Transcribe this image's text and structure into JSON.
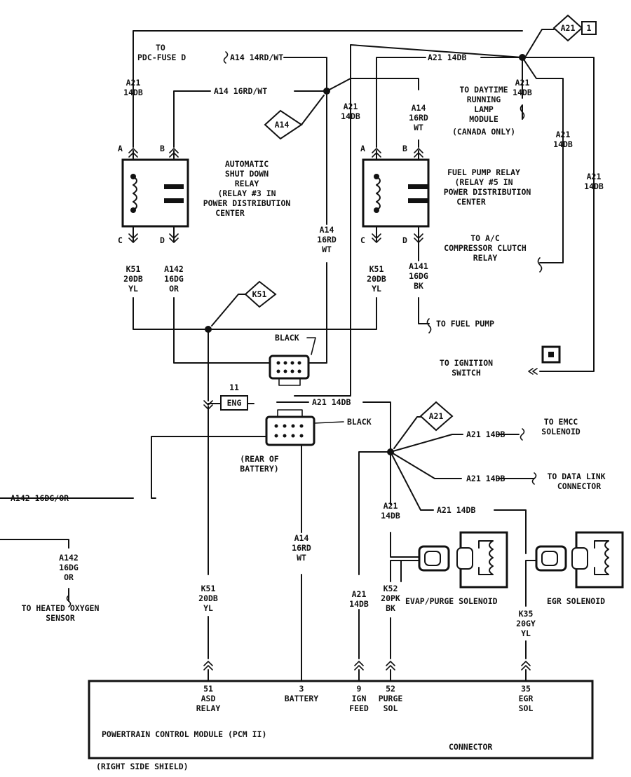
{
  "wire_labels": {
    "a21_14db": "A21 14DB",
    "a21": "A21",
    "g14db": "14DB",
    "a14": "A14",
    "a14_14rdwt": "A14 14RD/WT",
    "a14_16rdwt": "A14 16RD/WT",
    "rd16": "16RD",
    "rd16b": "16RD",
    "rd14": "16RD",
    "wt": "WT",
    "k51": "K51",
    "db20": "20DB",
    "yl": "YL",
    "a142": "A142",
    "dg16": "16DG",
    "or": "OR",
    "a141": "A141",
    "bk": "BK",
    "a142_16dgor": "A142 16DG/OR",
    "k52": "K52",
    "pk20": "20PK",
    "k35": "K35",
    "gy20": "20GY"
  },
  "destinations": {
    "pdc_fuse_to": "TO",
    "pdc_fuse": "PDC-FUSE D",
    "drl_1": "TO DAYTIME",
    "drl_2": "RUNNING",
    "drl_3": "LAMP",
    "drl_4": "MODULE",
    "drl_5": "(CANADA ONLY)",
    "ac_1": "TO A/C",
    "ac_2": "COMPRESSOR CLUTCH",
    "ac_3": "RELAY",
    "fuel_pump": "TO FUEL PUMP",
    "ign_1": "TO IGNITION",
    "ign_2": "SWITCH",
    "emcc_1": "TO EMCC",
    "emcc_2": "SOLENOID",
    "dlc_1": "TO DATA LINK",
    "dlc_2": "CONNECTOR",
    "o2_1": "TO HEATED OXYGEN",
    "o2_2": "SENSOR"
  },
  "relays": {
    "asd_1": "AUTOMATIC",
    "asd_2": "SHUT DOWN",
    "asd_3": "RELAY",
    "asd_4": "(RELAY #3 IN",
    "asd_5": "POWER DISTRIBUTION",
    "asd_6": "CENTER",
    "fp_1": "FUEL PUMP RELAY",
    "fp_2": "(RELAY #5 IN",
    "fp_3": "POWER DISTRIBUTION",
    "fp_4": "CENTER",
    "pin_a": "A",
    "pin_b": "B",
    "pin_c": "C",
    "pin_d": "D"
  },
  "flags": {
    "a21_tag": "A21",
    "a21_num": "1",
    "a14_tag": "A14",
    "k51_tag": "K51",
    "a21_tag2": "A21",
    "eng_num": "11",
    "eng": "ENG"
  },
  "connectors": {
    "black_1": "BLACK",
    "black_2": "BLACK",
    "rear_1": "(REAR OF",
    "rear_2": "BATTERY)"
  },
  "solenoids": {
    "evap": "EVAP/PURGE SOLENOID",
    "egr": "EGR SOLENOID"
  },
  "pcm": {
    "title": "POWERTRAIN CONTROL MODULE (PCM II)",
    "connector": "CONNECTOR",
    "shield": "(RIGHT SIDE SHIELD)",
    "pins": [
      {
        "num": "51",
        "l1": "ASD",
        "l2": "RELAY"
      },
      {
        "num": "3",
        "l1": "BATTERY",
        "l2": ""
      },
      {
        "num": "9",
        "l1": "IGN",
        "l2": "FEED"
      },
      {
        "num": "52",
        "l1": "PURGE",
        "l2": "SOL"
      },
      {
        "num": "35",
        "l1": "EGR",
        "l2": "SOL"
      }
    ]
  }
}
